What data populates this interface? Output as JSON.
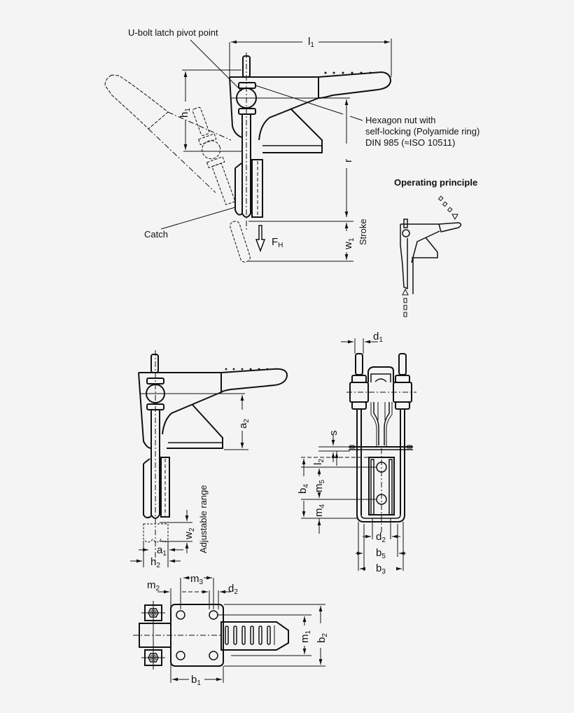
{
  "annotations": {
    "pivot_point": "U-bolt latch pivot point",
    "hex_nut_line1": "Hexagon nut with",
    "hex_nut_line2": "self-locking (Polyamide ring)",
    "hex_nut_line3": "DIN 985 (≈ISO 10511)",
    "catch": "Catch",
    "operating_principle": "Operating principle",
    "stroke": "Stroke",
    "adjustable_range": "Adjustable range",
    "force": {
      "base": "F",
      "sub": "H"
    }
  },
  "dimensions": {
    "l1": {
      "base": "l",
      "sub": "1"
    },
    "h1": {
      "base": "h",
      "sub": "1"
    },
    "r": {
      "base": "r",
      "sub": ""
    },
    "w1": {
      "base": "w",
      "sub": "1"
    },
    "a2": {
      "base": "a",
      "sub": "2"
    },
    "w2": {
      "base": "w",
      "sub": "2"
    },
    "a1": {
      "base": "a",
      "sub": "1"
    },
    "h2": {
      "base": "h",
      "sub": "2"
    },
    "d1": {
      "base": "d",
      "sub": "1"
    },
    "s": {
      "base": "s",
      "sub": ""
    },
    "l2": {
      "base": "l",
      "sub": "2"
    },
    "b4": {
      "base": "b",
      "sub": "4"
    },
    "m5": {
      "base": "m",
      "sub": "5"
    },
    "m4": {
      "base": "m",
      "sub": "4"
    },
    "d2_front": {
      "base": "d",
      "sub": "2"
    },
    "b5": {
      "base": "b",
      "sub": "5"
    },
    "b3": {
      "base": "b",
      "sub": "3"
    },
    "m2": {
      "base": "m",
      "sub": "2"
    },
    "m3": {
      "base": "m",
      "sub": "3"
    },
    "d2_top": {
      "base": "d",
      "sub": "2"
    },
    "m1": {
      "base": "m",
      "sub": "1"
    },
    "b2": {
      "base": "b",
      "sub": "2"
    },
    "b1": {
      "base": "b",
      "sub": "1"
    }
  },
  "colors": {
    "background": "#f4f4f4",
    "line": "#111111"
  }
}
